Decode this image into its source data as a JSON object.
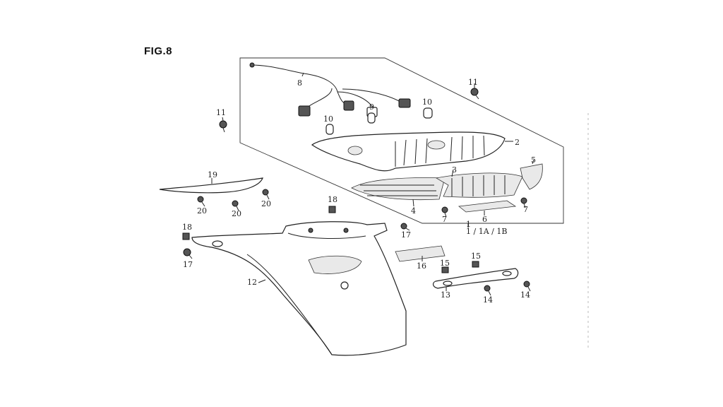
{
  "figure": {
    "title": "FIG.8"
  },
  "callouts": [
    {
      "id": "c-8",
      "text": "8"
    },
    {
      "id": "c-11a",
      "text": "11"
    },
    {
      "id": "c-11b",
      "text": "11"
    },
    {
      "id": "c-10a",
      "text": "10"
    },
    {
      "id": "c-9",
      "text": "9"
    },
    {
      "id": "c-10b",
      "text": "10"
    },
    {
      "id": "c-2",
      "text": "2"
    },
    {
      "id": "c-19",
      "text": "19"
    },
    {
      "id": "c-20a",
      "text": "20"
    },
    {
      "id": "c-20b",
      "text": "20"
    },
    {
      "id": "c-20c",
      "text": "20"
    },
    {
      "id": "c-3",
      "text": "3"
    },
    {
      "id": "c-5",
      "text": "5"
    },
    {
      "id": "c-4",
      "text": "4"
    },
    {
      "id": "c-7a",
      "text": "7"
    },
    {
      "id": "c-6",
      "text": "6"
    },
    {
      "id": "c-7b",
      "text": "7"
    },
    {
      "id": "c-1",
      "text": "1"
    },
    {
      "id": "c-1ab",
      "text": "1 / 1A / 1B"
    },
    {
      "id": "c-18a",
      "text": "18"
    },
    {
      "id": "c-18b",
      "text": "18"
    },
    {
      "id": "c-17a",
      "text": "17"
    },
    {
      "id": "c-17b",
      "text": "17"
    },
    {
      "id": "c-16",
      "text": "16"
    },
    {
      "id": "c-15a",
      "text": "15"
    },
    {
      "id": "c-15b",
      "text": "15"
    },
    {
      "id": "c-12",
      "text": "12"
    },
    {
      "id": "c-13",
      "text": "13"
    },
    {
      "id": "c-14a",
      "text": "14"
    },
    {
      "id": "c-14b",
      "text": "14"
    }
  ]
}
